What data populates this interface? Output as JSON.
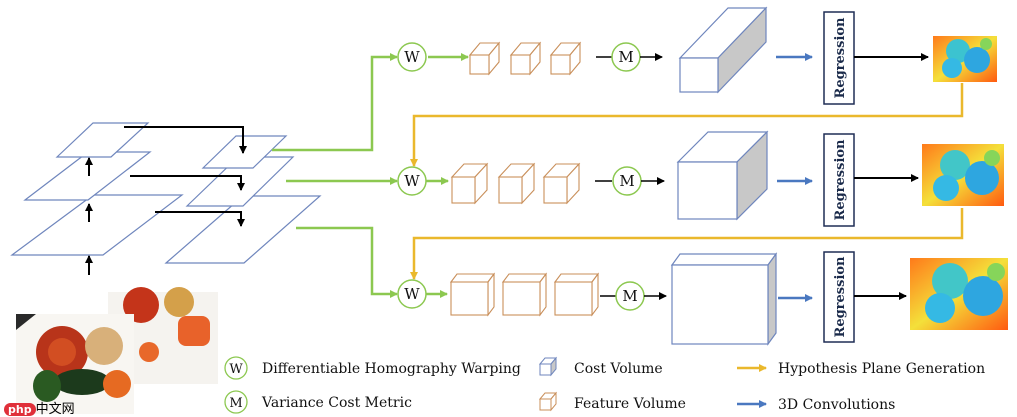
{
  "operators": {
    "warp": "W",
    "metric": "M"
  },
  "regression_label": "Regression",
  "legend": {
    "warping": "Differentiable Homography Warping",
    "metric": "Variance Cost Metric",
    "cost_volume": "Cost Volume",
    "feature_volume": "Feature Volume",
    "hypothesis": "Hypothesis Plane Generation",
    "conv3d": "3D Convolutions"
  },
  "colors": {
    "pyramid_blue": "#6f86bd",
    "feature_brown": "#c98f5a",
    "green_path": "#8cc850",
    "yellow_path": "#eab82c",
    "conv_arrow": "#4a78c0",
    "reg_box": "#1f2d55"
  },
  "watermark": {
    "badge": "php",
    "text": "中文网"
  }
}
